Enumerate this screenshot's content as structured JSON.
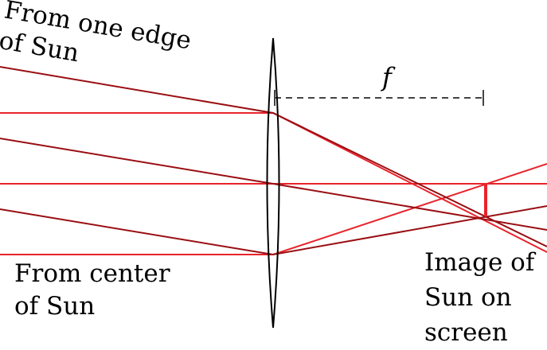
{
  "labels": {
    "edge_line1": "From one edge",
    "edge_line2": "of Sun",
    "center_line1": "From center",
    "center_line2": "of Sun",
    "image_line1": "Image of",
    "image_line2": "Sun on",
    "image_line3": "screen",
    "focal": "f"
  },
  "colors": {
    "center_rays": "#e8242b",
    "edge_rays": "#9a0e12",
    "image": "#e8242b",
    "lens": "#000000",
    "focal_marker": "#444444"
  }
}
